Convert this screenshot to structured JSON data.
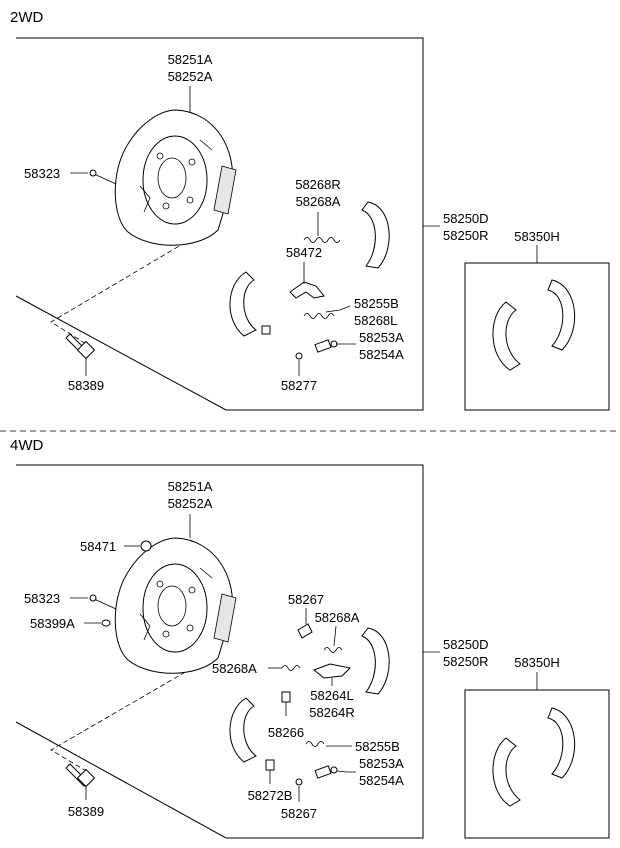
{
  "sections": [
    {
      "title": "2WD",
      "assembly_label": [
        "58250D",
        "58250R"
      ],
      "kit_label": "58350H",
      "parts": [
        {
          "id": "backing-plate",
          "lines": [
            "58251A",
            "58252A"
          ]
        },
        {
          "id": "bolt",
          "lines": [
            "58323"
          ]
        },
        {
          "id": "spring-upper",
          "lines": [
            "58268R",
            "58268A"
          ]
        },
        {
          "id": "lever",
          "lines": [
            "58472"
          ]
        },
        {
          "id": "spring-lower",
          "lines": [
            "58255B",
            "58268L"
          ]
        },
        {
          "id": "adjuster",
          "lines": [
            "58253A",
            "58254A"
          ]
        },
        {
          "id": "pin",
          "lines": [
            "58277"
          ]
        },
        {
          "id": "mount-bolt",
          "lines": [
            "58389"
          ]
        }
      ]
    },
    {
      "title": "4WD",
      "assembly_label": [
        "58250D",
        "58250R"
      ],
      "kit_label": "58350H",
      "parts": [
        {
          "id": "backing-plate",
          "lines": [
            "58251A",
            "58252A"
          ]
        },
        {
          "id": "plug",
          "lines": [
            "58471"
          ]
        },
        {
          "id": "bolt",
          "lines": [
            "58323"
          ]
        },
        {
          "id": "washer",
          "lines": [
            "58399A"
          ]
        },
        {
          "id": "strut",
          "lines": [
            "58267"
          ]
        },
        {
          "id": "spring-upper",
          "lines": [
            "58268A"
          ]
        },
        {
          "id": "spring-left",
          "lines": [
            "58268A"
          ]
        },
        {
          "id": "lever",
          "lines": [
            "58264L",
            "58264R"
          ]
        },
        {
          "id": "clip",
          "lines": [
            "58266"
          ]
        },
        {
          "id": "spring-lower",
          "lines": [
            "58255B"
          ]
        },
        {
          "id": "adjuster",
          "lines": [
            "58253A",
            "58254A"
          ]
        },
        {
          "id": "retainer",
          "lines": [
            "58272B"
          ]
        },
        {
          "id": "pin",
          "lines": [
            "58267"
          ]
        },
        {
          "id": "mount-bolt",
          "lines": [
            "58389"
          ]
        }
      ]
    }
  ]
}
